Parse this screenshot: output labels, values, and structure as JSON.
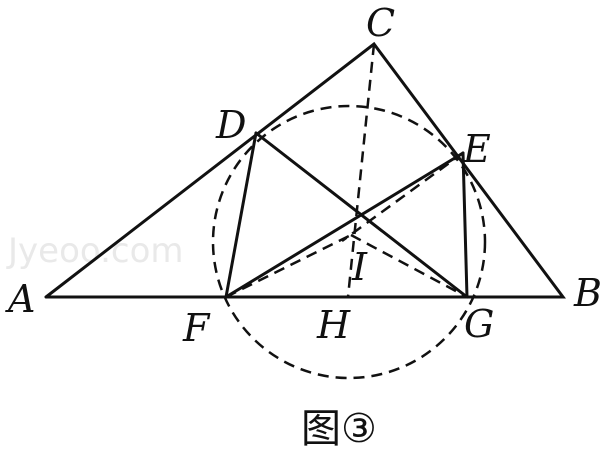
{
  "figure": {
    "points": {
      "A": "A",
      "B": "B",
      "C": "C",
      "D": "D",
      "E": "E",
      "F": "F",
      "G": "G",
      "H": "H",
      "I": "I"
    },
    "caption": "图③",
    "watermark": "Jyeoo.com"
  }
}
